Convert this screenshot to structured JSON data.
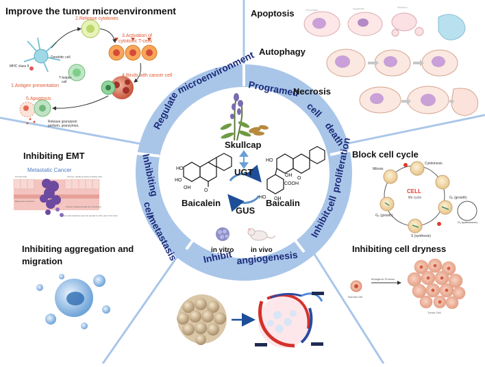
{
  "center": {
    "herb": "Skullcap",
    "compound_left": "Baicalein",
    "compound_right": "Baicalin",
    "enzyme_top": "UGT",
    "enzyme_bottom": "GUS",
    "in_vitro": "in vitro",
    "in_vivo": "in vivo"
  },
  "ring": {
    "regulate": "Regulate",
    "microenvironment": "microenvironment",
    "programed": "Programed",
    "cell": "cell",
    "death": "death",
    "inhibit": "Inhibit",
    "proliferation": "proliferation",
    "angiogenesis": "angiogenesis",
    "inhibiting": "Inhibiting",
    "metastasis": "metastasis"
  },
  "panels": {
    "improve_title": "Improve the tumor microenvironment",
    "apoptosis": "Apoptosis",
    "autophagy": "Autophagy",
    "necrosis": "Necrosis",
    "emt": "Inhibiting  EMT",
    "aggregation_line1": "Inhibiting aggregation and",
    "aggregation_line2": "migration",
    "block_cycle": "Block cell cycle",
    "dryness": "Inhibiting cell dryness"
  },
  "micro": {
    "release": "2.Release cytokines",
    "activation_1": "3.Activation of",
    "activation_2": "cytotoxic T-cells",
    "dendritic": "Dendritic cell",
    "mhc": "MHC class II",
    "thelper_1": "T-helper",
    "thelper_2": "cell",
    "antigen": "1.Antigen presentation",
    "binds": "4.Binds with cancer cell",
    "apoptosis5": "5.Apoptosis",
    "release_granz_1": "Release granulysin",
    "release_granz_2": "perforin, granzymes,"
  },
  "emt": {
    "metastatic": "Metastatic Cancer",
    "normal_cells": "Normal Cells",
    "invasion": "Primary, rapidly growing invading cells",
    "basement": "Basement membrane",
    "breaks": "Cancer invades through the membrane",
    "vessels": "Cancer cells detaches and can spread to other part of the body"
  },
  "cycle": {
    "cell": "CELL",
    "life_cycle": "life cycle",
    "mitosis": "Mitosis",
    "cytokinesis": "Cytokinesis",
    "g1": "G₁ (growth)",
    "g0": "G₀ (quiescence)",
    "s": "S (synthesis)",
    "g2": "G₂ (growth)"
  },
  "dryness": {
    "normal": "Normal Cell",
    "process": "Mutagenic Process",
    "tumor": "Tumor Cell"
  },
  "colors": {
    "ring": "#a9c6e9",
    "ring_text": "#1b2a7a",
    "spoke": "#a9c6e9",
    "arrow": "#1f4e99",
    "rbc_red": "#d5312b"
  }
}
